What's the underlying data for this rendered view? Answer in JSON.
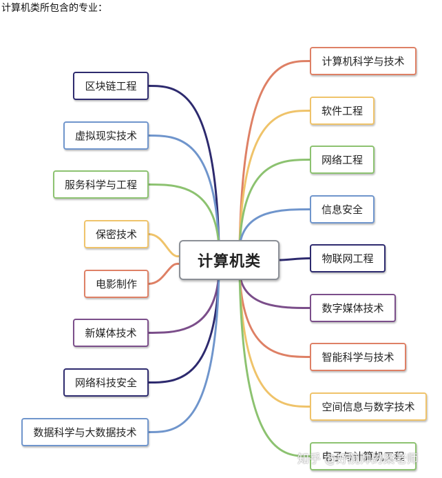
{
  "caption": "计算机类所包含的专业：",
  "center": {
    "label": "计算机类"
  },
  "left_nodes": [
    {
      "label": "区块链工程",
      "color": "#2d2a6e"
    },
    {
      "label": "虚拟现实技术",
      "color": "#6f95cc"
    },
    {
      "label": "服务科学与工程",
      "color": "#8cc270"
    },
    {
      "label": "保密技术",
      "color": "#efc36a"
    },
    {
      "label": "电影制作",
      "color": "#de8065"
    },
    {
      "label": "新媒体技术",
      "color": "#7b4e8a"
    },
    {
      "label": "网络科技安全",
      "color": "#2d2a6e"
    },
    {
      "label": "数据科学与大数据技术",
      "color": "#6f95cc"
    }
  ],
  "right_nodes": [
    {
      "label": "计算机科学与技术",
      "color": "#de8065"
    },
    {
      "label": "软件工程",
      "color": "#efc36a"
    },
    {
      "label": "网络工程",
      "color": "#8cc270"
    },
    {
      "label": "信息安全",
      "color": "#6f95cc"
    },
    {
      "label": "物联网工程",
      "color": "#2d2a6e"
    },
    {
      "label": "数字媒体技术",
      "color": "#7b4e8a"
    },
    {
      "label": "智能科学与技术",
      "color": "#de8065"
    },
    {
      "label": "空间信息与数字技术",
      "color": "#efc36a"
    },
    {
      "label": "电子与计算机工程",
      "color": "#8cc270"
    }
  ],
  "watermark": "知乎 @好院帅的梁老师"
}
